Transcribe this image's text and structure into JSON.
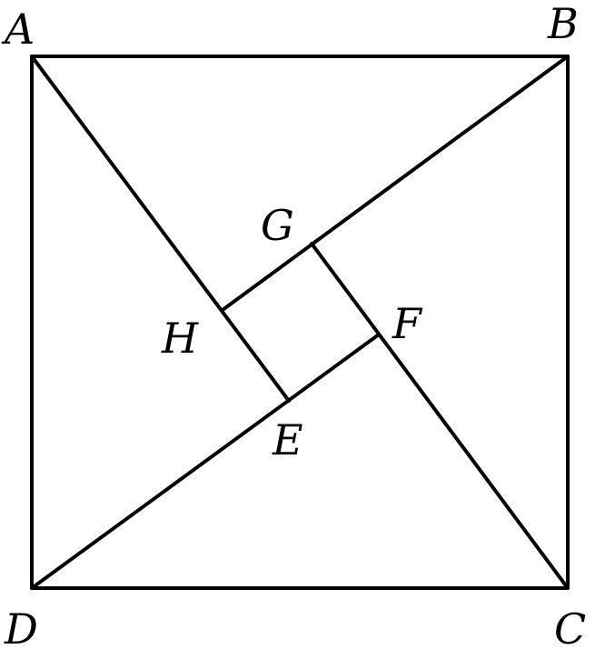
{
  "labels": {
    "A": "A",
    "B": "B",
    "C": "C",
    "D": "D",
    "E": "E",
    "F": "F",
    "G": "G",
    "H": "H"
  },
  "colors": {
    "stroke": "#000000",
    "background": "#ffffff"
  }
}
